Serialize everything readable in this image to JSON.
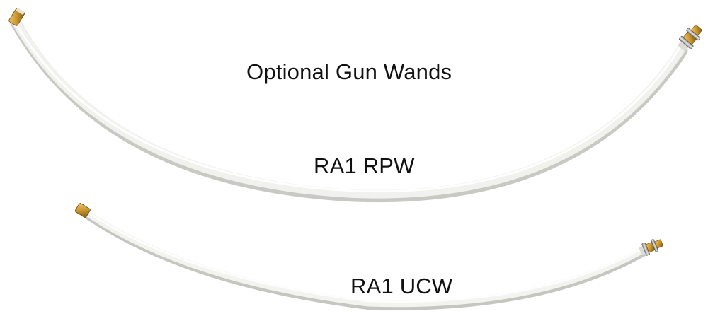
{
  "title": "Optional Gun Wands",
  "wands": [
    {
      "label": "RA1 RPW",
      "tube_color": "#f1f1ee",
      "fitting_color": "#c9962e"
    },
    {
      "label": "RA1 UCW",
      "tube_color": "#f3f3f0",
      "fitting_color": "#c9962e"
    }
  ]
}
